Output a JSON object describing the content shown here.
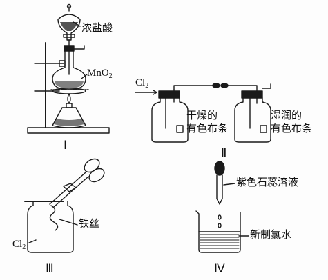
{
  "apparatus_I": {
    "reagent_funnel": "浓盐酸",
    "reagent_flask": "MnO",
    "reagent_flask_sub": "2",
    "label": "Ⅰ"
  },
  "apparatus_II": {
    "gas_in": "Cl",
    "gas_in_sub": "2",
    "bottle1_line1": "干燥的",
    "bottle1_line2": "有色布条",
    "bottle2_line1": "湿润的",
    "bottle2_line2": "有色布条",
    "label": "Ⅱ"
  },
  "apparatus_III": {
    "gas": "Cl",
    "gas_sub": "2",
    "wire": "铁丝",
    "label": "Ⅲ"
  },
  "apparatus_IV": {
    "dropper_reagent": "紫色石蕊溶液",
    "beaker_reagent": "新制氯水",
    "label": "Ⅳ"
  },
  "colors": {
    "ink": "#1a1a1a",
    "background": "#fdfdfd"
  }
}
